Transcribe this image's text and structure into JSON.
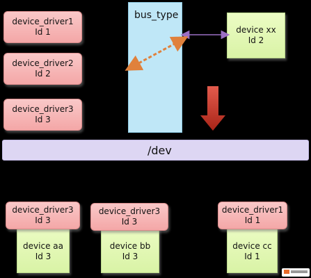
{
  "top_drivers": [
    {
      "name": "device_driver1",
      "id": "Id 1"
    },
    {
      "name": "device_driver2",
      "id": "Id 2"
    },
    {
      "name": "device_driver3",
      "id": "Id 3"
    }
  ],
  "bus": {
    "label": "bus_type"
  },
  "top_device": {
    "name": "device xx",
    "id": "Id 2"
  },
  "dev_bar": {
    "label": "/dev"
  },
  "bottom_pairs": [
    {
      "driver_name": "device_driver3",
      "driver_id": "Id 3",
      "device_name": "device aa",
      "device_id": "Id 3"
    },
    {
      "driver_name": "device_driver3",
      "driver_id": "Id 3",
      "device_name": "device bb",
      "device_id": "Id 3"
    },
    {
      "driver_name": "device_driver1",
      "driver_id": "Id 1",
      "device_name": "device cc",
      "device_id": "Id 1"
    }
  ],
  "colors": {
    "driver": "#f4a7a7",
    "device": "#d9f3a6",
    "bus": "#bfe7f7",
    "dev_bar": "#ddd6f3",
    "down_arrow": "#c0392b",
    "dashed_arrow": "#e0813c",
    "connector": "#9b6fc4"
  }
}
